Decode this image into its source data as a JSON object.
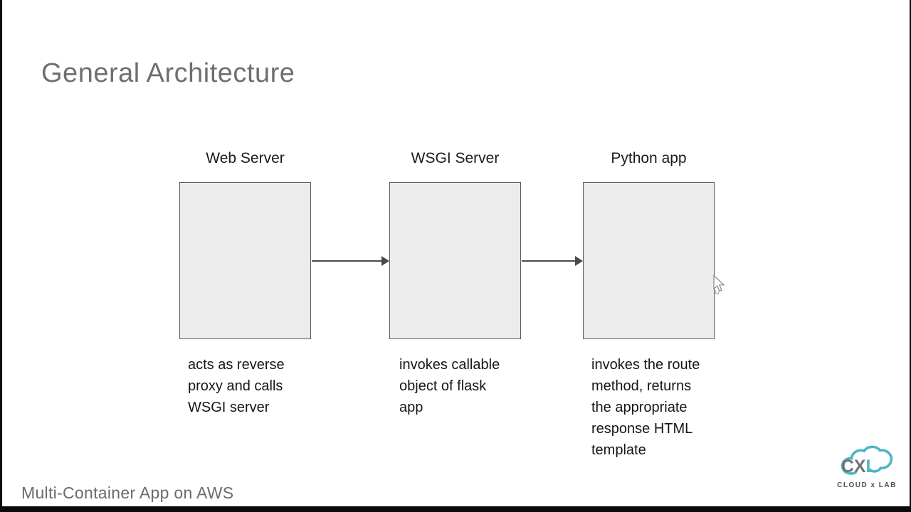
{
  "page": {
    "title": "General Architecture",
    "footer": "Multi-Container App on AWS"
  },
  "diagram": {
    "nodes": [
      {
        "label": "Web Server",
        "description": "acts as reverse proxy and calls WSGI server",
        "lines": [
          "acts as reverse",
          "proxy and calls",
          "WSGI server"
        ]
      },
      {
        "label": "WSGI Server",
        "description": "invokes callable object of flask app",
        "lines": [
          "invokes callable",
          "object of flask",
          "app"
        ]
      },
      {
        "label": "Python app",
        "description": "invokes the route method, returns the appropriate response HTML template",
        "lines": [
          "invokes the route",
          "method, returns",
          "the appropriate",
          "response HTML",
          "template"
        ]
      }
    ],
    "connections": [
      {
        "from": "Web Server",
        "to": "WSGI Server"
      },
      {
        "from": "WSGI Server",
        "to": "Python app"
      }
    ]
  },
  "logo": {
    "mark_gray": "CX",
    "mark_teal": "L",
    "caption": "CLOUD x LAB"
  },
  "colors": {
    "title_gray": "#6f6f6f",
    "text_black": "#161616",
    "box_fill": "#ececec",
    "box_border": "#5a5a5a",
    "arrow": "#4a4a4a",
    "logo_teal": "#4bb7c3",
    "logo_gray": "#6d7476"
  }
}
